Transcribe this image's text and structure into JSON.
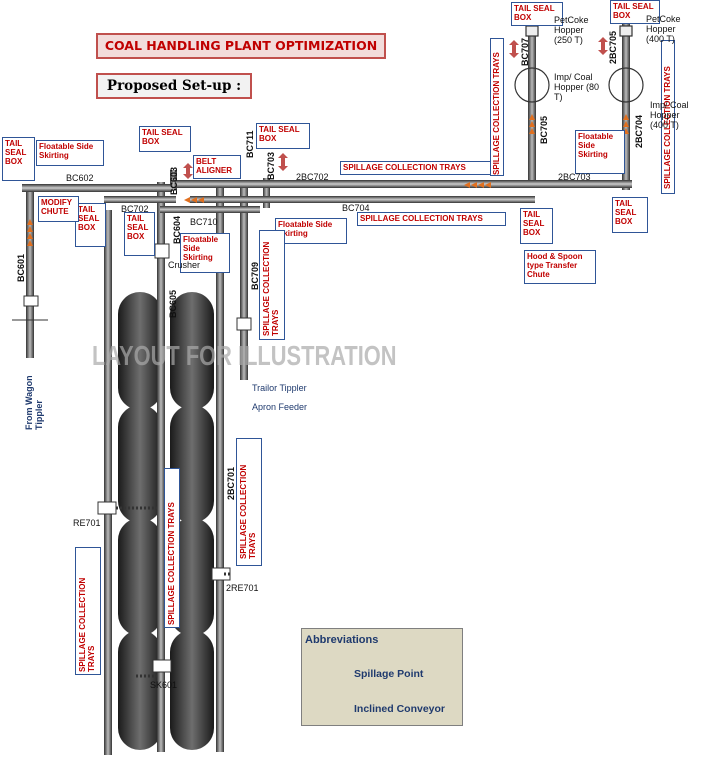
{
  "header": {
    "title": "COAL HANDLING PLANT OPTIMIZATION",
    "subtitle": "Proposed Set-up :"
  },
  "watermark": "LAYOUT FOR ILLUSTRATION",
  "conveyors": {
    "bc601": "BC601",
    "bc602": "BC602",
    "bc603": "BC603",
    "bc604": "BC604",
    "bc605": "BC605",
    "bc702": "BC702",
    "bc703": "BC703",
    "bc704": "BC704",
    "bc705": "BC705",
    "bc707": "BC707",
    "bc709": "BC709",
    "bc710": "BC710",
    "bc711": "BC711",
    "b2c702": "2BC702",
    "b2c703": "2BC703",
    "b2c704": "2BC704",
    "b2c705": "2BC705",
    "b2c701": "2BC701",
    "re701": "RE701",
    "re701b": "2RE701",
    "sk601": "SK601"
  },
  "labels": {
    "tail_seal_box": "TAIL SEAL BOX",
    "floatable_side_skirting": "Floatable Side Skirting",
    "modify_chute": "MODIFY CHUTE",
    "belt_aligner": "BELT ALIGNER",
    "spillage_collection_trays": "SPILLAGE COLLECTION TRAYS",
    "hood_spoon": "Hood & Spoon type Transfer Chute",
    "crusher": "Crusher",
    "trailor_tippler": "Trailor Tippler",
    "apron_feeder": "Apron Feeder",
    "from_wagon_tippler": "From Wagon Tippler",
    "petcoke_hopper_1": "PetCoke Hopper (250 T)",
    "petcoke_hopper_2": "PetCoke Hopper (400 T)",
    "imp_coal_hopper_1": "Imp/ Coal Hopper (80 T)",
    "imp_coal_hopper_2": "Imp/ Coal Hopper (400 T)"
  },
  "legend": {
    "title": "Abbreviations",
    "spillage_point": "Spillage Point",
    "inclined_conveyor": "Inclined Conveyor"
  },
  "colors": {
    "title_border": "#c0504d",
    "label_red": "#c00000",
    "box_border": "#2f5597",
    "legend_bg": "#ddd9c3",
    "pile_dark": "#333333",
    "conveyor": "#555555"
  }
}
